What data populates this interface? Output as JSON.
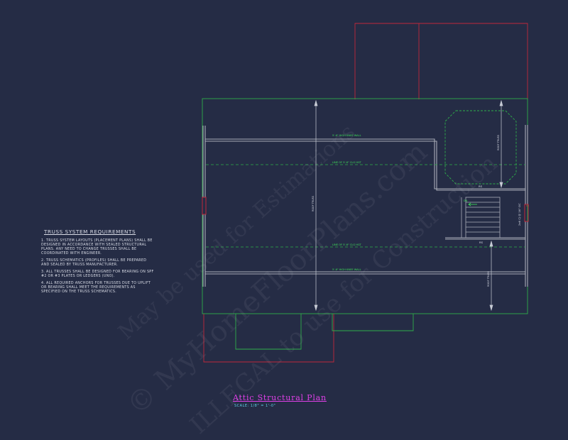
{
  "drawing": {
    "title": "Attic Structural Plan",
    "scale": "SCALE: 1/8\" = 1'-0\"",
    "labels": {
      "knee_wall_top": "5'-6\" HIGH KNEE WALL",
      "knee_wall_bottom": "5'-6\" HIGH KNEE WALL",
      "clg_hgt_top": "LINE OF 5'-6\" CLG HGT",
      "clg_hgt_bottom": "LINE OF 5'-6\" CLG HGT",
      "roof_truss_center": "ROOF TRUSS",
      "roof_truss_upper_right": "ROOF TRUSS",
      "roof_truss_lower_right": "ROOF TRUSS",
      "rs_upper": "RS",
      "rs_lower": "RS",
      "dn": "DN",
      "truss_spacing": "2x6 CJ @ 16\" OC"
    }
  },
  "notes": {
    "title": "TRUSS SYSTEM REQUIREMENTS",
    "items": [
      "1. TRUSS SYSTEM LAYOUTS (PLACEMENT PLANS) SHALL BE DESIGNED IN ACCORDANCE WITH SEALED STRUCTURAL PLANS. ANY NEED TO CHANGE TRUSSES SHALL BE COORDINATED WITH ENGINEER.",
      "2. TRUSS SCHEMATICS (PROFILES) SHALL BE PREPARED AND SEALED BY TRUSS MANUFACTURER.",
      "3. ALL TRUSSES SHALL BE DESIGNED FOR BEARING ON SPF #2 OR #3 PLATES OR LEDGERS (UNO).",
      "4. ALL REQUIRED ANCHORS FOR TRUSSES DUE TO UPLIFT OR BEARING SHALL MEET THE REQUIREMENTS AS SPECIFIED ON THE TRUSS SCHEMATICS."
    ]
  },
  "watermarks": {
    "line1": "© MyHomeFloorPlans.com",
    "line2": "ILLEGAL to use for Construction",
    "line3": "May be used for Estimations"
  },
  "colors": {
    "background": "#252c45",
    "outline_red": "#c0283a",
    "outline_green": "#2fae4a",
    "wall_gray": "#a9adb8",
    "label_green": "#3fe05a",
    "title_magenta": "#e040e8",
    "scale_cyan": "#5fd1e8"
  }
}
